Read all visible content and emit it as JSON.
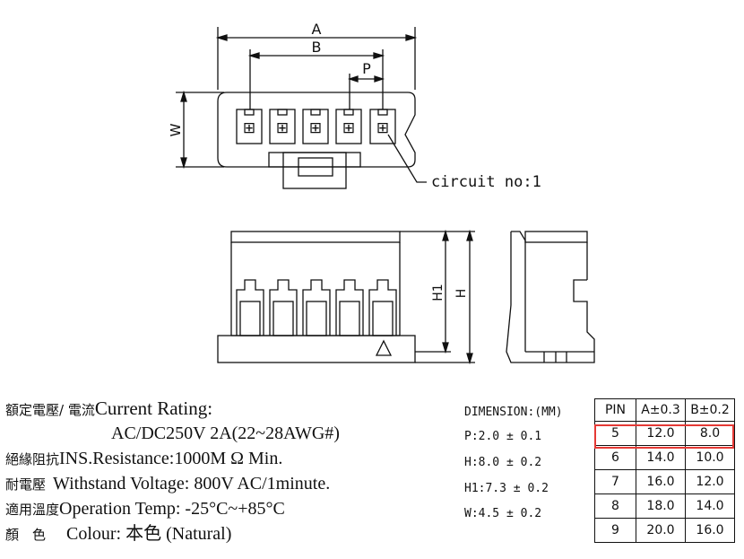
{
  "drawing_labels": {
    "dim_a": "A",
    "dim_b": "B",
    "dim_p": "P",
    "dim_w": "W",
    "dim_h1": "H1",
    "dim_h": "H",
    "circuit_note": "circuit no:1",
    "pin_mark": "⊞"
  },
  "specs": [
    {
      "cn": "額定電壓/ 電流",
      "en": "Current Rating:"
    },
    {
      "cn": "",
      "en": "AC/DC250V 2A(22~28AWG#)"
    },
    {
      "cn": "絕緣阻抗",
      "en": "INS.Resistance:1000M Ω Min."
    },
    {
      "cn": "耐電壓",
      "en": "Withstand Voltage: 800V AC/1minute."
    },
    {
      "cn": "適用溫度",
      "en": "Operation Temp: -25°C~+85°C"
    },
    {
      "cn": "顏　色",
      "en": "Colour: 本色 (Natural)"
    }
  ],
  "dimensions": {
    "title": "DIMENSION:(MM)",
    "items": [
      "P:2.0 ± 0.1",
      "H:8.0 ± 0.2",
      "H1:7.3 ± 0.2",
      "W:4.5 ± 0.2"
    ]
  },
  "pin_table": {
    "headers": [
      "PIN",
      "A±0.3",
      "B±0.2"
    ],
    "rows": [
      [
        "5",
        "12.0",
        "8.0"
      ],
      [
        "6",
        "14.0",
        "10.0"
      ],
      [
        "7",
        "16.0",
        "12.0"
      ],
      [
        "8",
        "18.0",
        "14.0"
      ],
      [
        "9",
        "20.0",
        "16.0"
      ]
    ],
    "highlight_color": "#e53935"
  }
}
